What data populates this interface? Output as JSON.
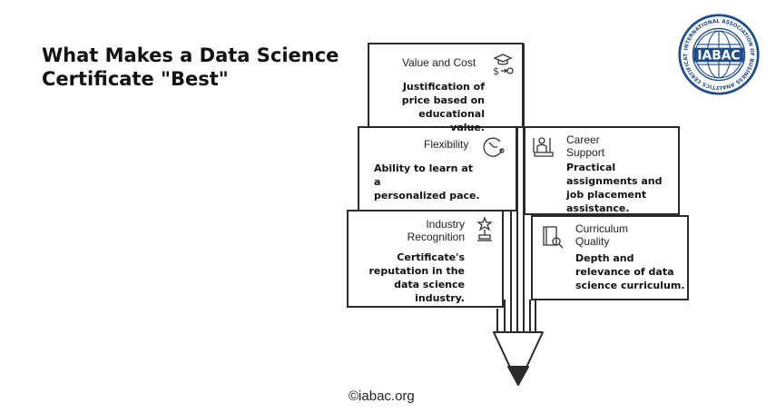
{
  "title": {
    "line1": "What Makes a Data Science",
    "line2": "Certificate \"Best\""
  },
  "cards": {
    "value_cost": {
      "label": "Value and Cost",
      "desc1": "Justification of",
      "desc2": "price based on",
      "desc3": "educational value.",
      "icon": "graduation-dollar-icon"
    },
    "flexibility": {
      "label": "Flexibility",
      "desc1": "Ability to learn at a",
      "desc2": "personalized pace.",
      "icon": "clock-arrow-icon"
    },
    "career_support": {
      "label1": "Career",
      "label2": "Support",
      "desc1": "Practical",
      "desc2": "assignments and",
      "desc3": "job placement",
      "desc4": "assistance.",
      "icon": "presenter-icon"
    },
    "industry_recognition": {
      "label1": "Industry",
      "label2": "Recognition",
      "desc1": "Certificate's",
      "desc2": "reputation in the",
      "desc3": "data science",
      "desc4": "industry.",
      "icon": "trophy-icon"
    },
    "curriculum_quality": {
      "label1": "Curriculum",
      "label2": "Quality",
      "desc1": "Depth and",
      "desc2": "relevance of data",
      "desc3": "science curriculum.",
      "icon": "book-search-icon"
    }
  },
  "logo": {
    "ring_text": "INTERNATIONAL ASSOCIATION OF BUSINESS ANALYTICS CERTIFICATION",
    "name": "IABAC",
    "color": "#1e4d8c"
  },
  "footer": "©iabac.org"
}
